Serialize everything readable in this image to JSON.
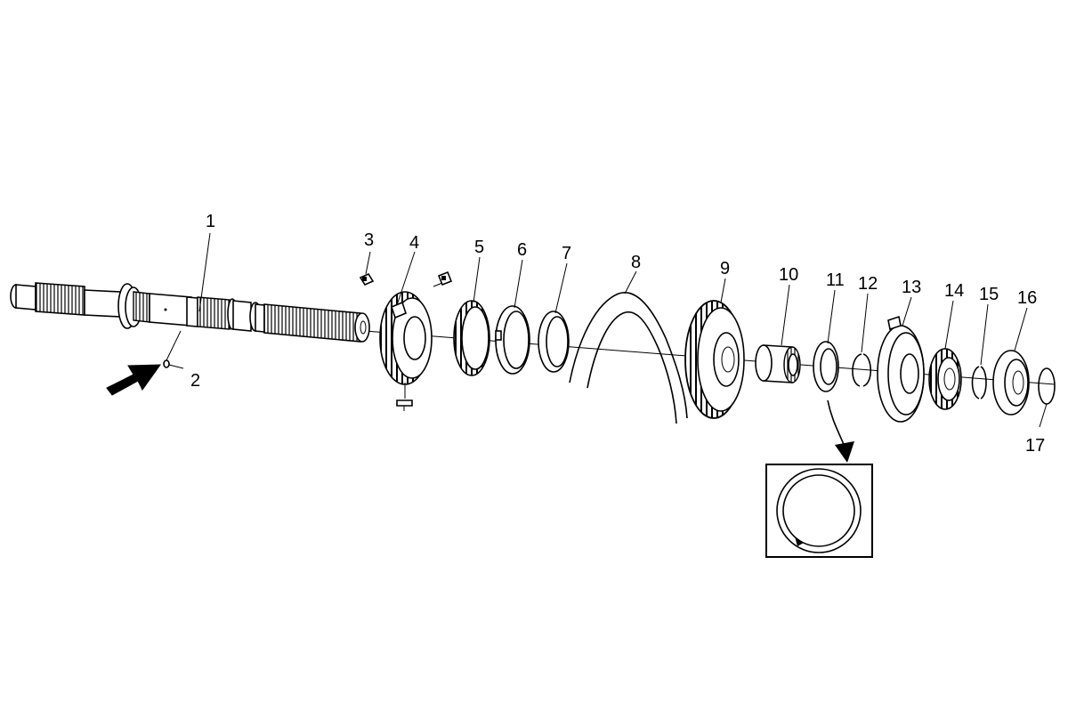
{
  "callouts": [
    "1",
    "2",
    "3",
    "4",
    "5",
    "6",
    "7",
    "8",
    "9",
    "10",
    "11",
    "12",
    "13",
    "14",
    "15",
    "16",
    "17"
  ],
  "colors": {
    "ink": "#000000",
    "paper": "#ffffff"
  },
  "icons": {
    "pointer": "arrow-pointer-icon",
    "detail": "curved-arrow-icon"
  }
}
